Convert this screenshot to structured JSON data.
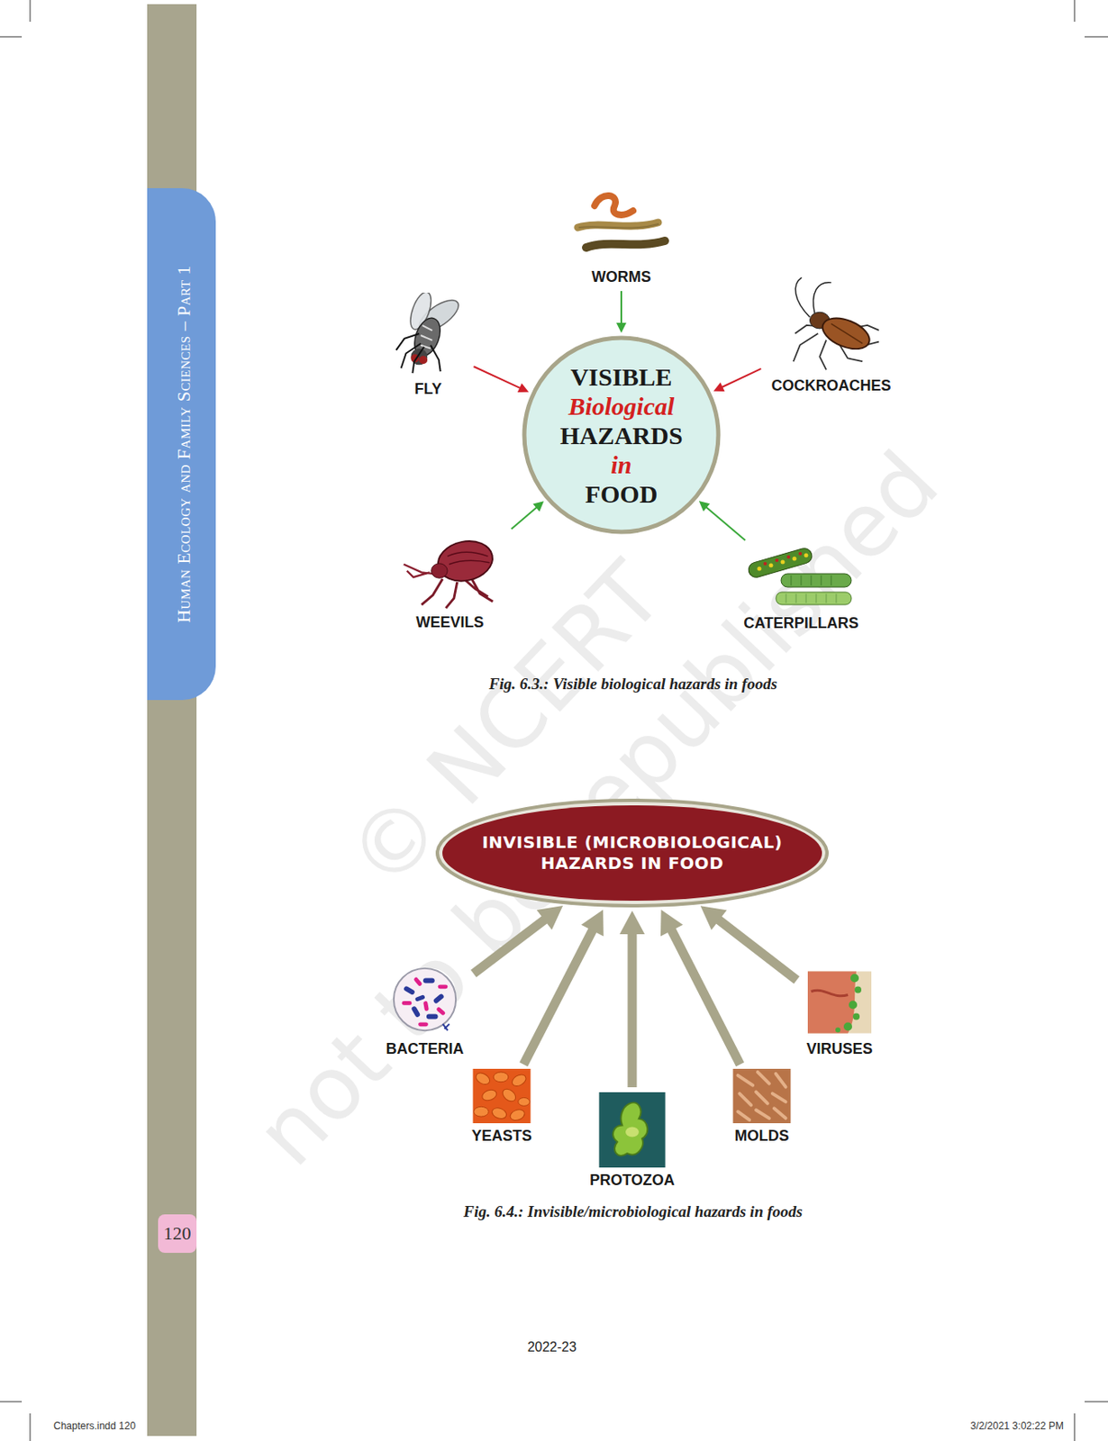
{
  "diagram": {
    "nodes": [
      {
        "text": [
          "WORMS"
        ]
      },
      {
        "text": [
          "FLY"
        ]
      },
      {
        "text": [
          "COCKROACHES"
        ]
      },
      {
        "text": [
          "VISIBLE",
          "Biological",
          "HAZARDS",
          "in",
          "FOOD"
        ]
      },
      {
        "text": [
          "WEEVILS"
        ]
      },
      {
        "text": [
          "CATERPILLARS"
        ]
      },
      {
        "text": [
          "INVISIBLE (MICROBIOLOGICAL) HAZARDS IN FOOD"
        ]
      },
      {
        "text": [
          "BACTERIA"
        ]
      },
      {
        "text": [
          "YEASTS"
        ]
      },
      {
        "text": [
          "PROTOZOA"
        ]
      },
      {
        "text": [
          "MOLDS"
        ]
      },
      {
        "text": [
          "VIRUSES"
        ]
      }
    ],
    "edges": [
      {
        "from": 0,
        "to": 3,
        "arrow": "to"
      },
      {
        "from": 1,
        "to": 3,
        "arrow": "to"
      },
      {
        "from": 2,
        "to": 3,
        "arrow": "to"
      },
      {
        "from": 4,
        "to": 3,
        "arrow": "to"
      },
      {
        "from": 5,
        "to": 3,
        "arrow": "to"
      },
      {
        "from": 7,
        "to": 6,
        "arrow": "to"
      },
      {
        "from": 8,
        "to": 6,
        "arrow": "to"
      },
      {
        "from": 9,
        "to": 6,
        "arrow": "to"
      },
      {
        "from": 10,
        "to": 6,
        "arrow": "to"
      },
      {
        "from": 11,
        "to": 6,
        "arrow": "to"
      }
    ],
    "labels": [
      "Human Ecology and Family Sciences – Part 1",
      "120",
      "Fig. 6.3.: Visible biological hazards in foods",
      "Fig. 6.4.: Invisible/microbiological hazards in foods",
      "© NCERT",
      "not to be republished",
      "2022-23",
      "Chapters.indd 120",
      "3/2/2021 3:02:22 PM"
    ]
  }
}
